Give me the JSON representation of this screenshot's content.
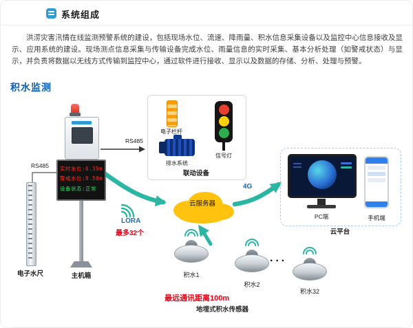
{
  "header": {
    "title": "系统组成"
  },
  "intro": {
    "text": "洪涝灾害汛情在线监测预警系统的建设，包括现场水位、流速、降雨量、积水信息采集设备以及监控中心信息接收及显示、应用系统的建设。现场测点信息采集与传输设备完成水位、雨量信息的实时采集、基本分析处理（如警戒状态）与显示，并负责将数据以无线方式传输到监控中心，通过软件进行接收、显示以及数据的存储、分析、处理与预警。"
  },
  "section": {
    "title": "积水监测"
  },
  "station": {
    "ruler_label": "电子水尺",
    "cabinet_label": "主机箱",
    "rs485_left": "RS485",
    "rs485_right": "RS485",
    "led": {
      "line1": "实时水位:0.35m",
      "line2": "警戒水位:0.50m",
      "line3": "设备状态:正常"
    }
  },
  "linkage": {
    "title": "联动设备",
    "barrier": "电子栏杆",
    "drainage": "排水系统",
    "signal_light": "信号灯"
  },
  "network": {
    "cloud_server": "云服务器",
    "lora": "LORA",
    "max_nodes": "最多32个",
    "g4": "4G"
  },
  "platform": {
    "title": "云平台",
    "pc": "PC端",
    "mobile": "手机端"
  },
  "sensors": {
    "s1": "积水1",
    "s2": "积水2",
    "ellipsis": "···",
    "s32": "积水32",
    "max_distance": "最远通讯距离100m",
    "type_label": "地埋式积水传感器"
  },
  "colors": {
    "accent_blue": "#2e9bd6",
    "section_blue": "#0f5fae",
    "arrow_teal": "#2bb5a3",
    "alert_red": "#e60012",
    "cloud_yellow": "#ffc20e",
    "link_blue": "#1a6bb8"
  }
}
